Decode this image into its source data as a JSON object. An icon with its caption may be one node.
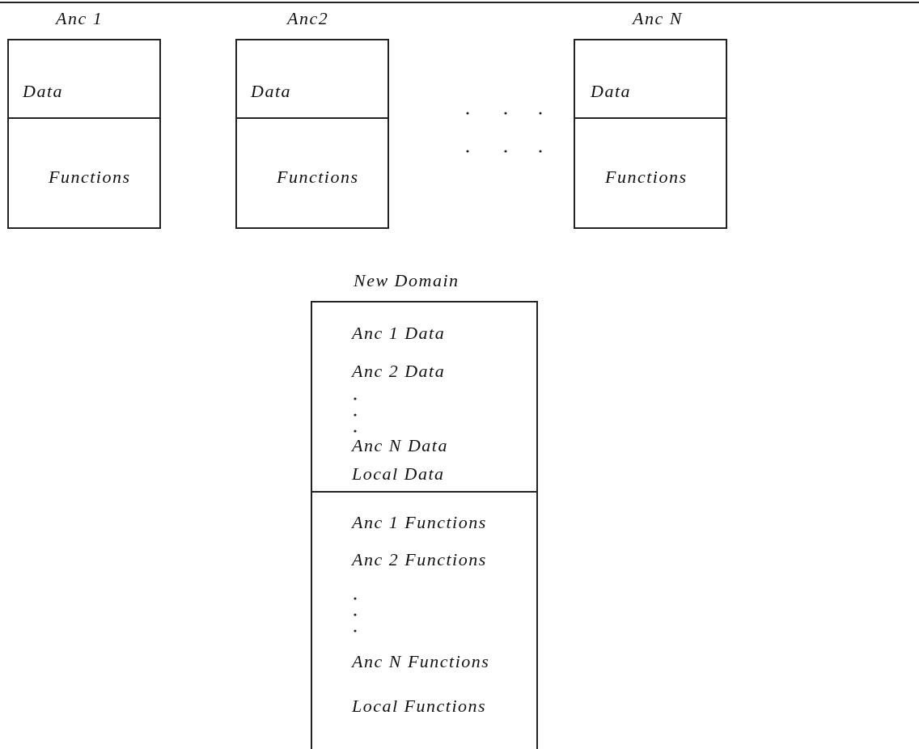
{
  "diagram": {
    "nodes": [
      {
        "text": [
          "Anc 1"
        ]
      },
      {
        "text": [
          "Data"
        ],
        "in": 0
      },
      {
        "text": [
          "Functions"
        ],
        "in": 0
      },
      {
        "text": [
          "Anc2"
        ]
      },
      {
        "text": [
          "Data"
        ],
        "in": 3
      },
      {
        "text": [
          "Functions"
        ],
        "in": 3
      },
      {
        "text": [
          "Anc N"
        ]
      },
      {
        "text": [
          "Data"
        ],
        "in": 6
      },
      {
        "text": [
          "Functions"
        ],
        "in": 6
      },
      {
        "text": [
          "New Domain"
        ]
      },
      {
        "text": [
          "Anc 1 Data",
          "Anc 2 Data",
          "Anc N Data",
          "Local Data"
        ],
        "in": 9
      },
      {
        "text": [
          "Anc 1 Functions",
          "Anc 2 Functions",
          "Anc N Functions",
          "Local Functions"
        ],
        "in": 9
      }
    ]
  }
}
